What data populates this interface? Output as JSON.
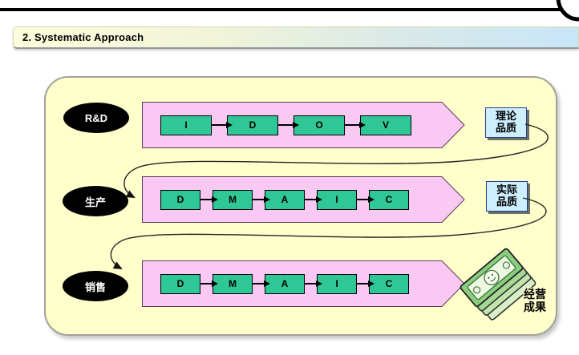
{
  "page": {
    "title": "2. Systematic Approach",
    "logo_fragment": "0"
  },
  "diagram": {
    "rows": [
      {
        "label": "R&D",
        "stages": [
          "I",
          "D",
          "O",
          "V"
        ],
        "output": {
          "lines": [
            "理论",
            "品质"
          ]
        }
      },
      {
        "label": "生产",
        "stages": [
          "D",
          "M",
          "A",
          "I",
          "C"
        ],
        "output": {
          "lines": [
            "实际",
            "品质"
          ]
        }
      },
      {
        "label": "销售",
        "stages": [
          "D",
          "M",
          "A",
          "I",
          "C"
        ],
        "output": {
          "lines": [
            "经营",
            "成果"
          ],
          "icon": "money-stack-icon"
        }
      }
    ],
    "colors": {
      "container_bg": "#FFFFCC",
      "arrow_pink": "#F9C8F3",
      "stage_green": "#2FC796",
      "quality_box_blue": "#CDEFFF",
      "quality_box_border": "#26418C",
      "oval_fill": "#000000",
      "title_gradient_left": "#FEFEDC",
      "title_gradient_right": "#C8E6F8"
    }
  }
}
